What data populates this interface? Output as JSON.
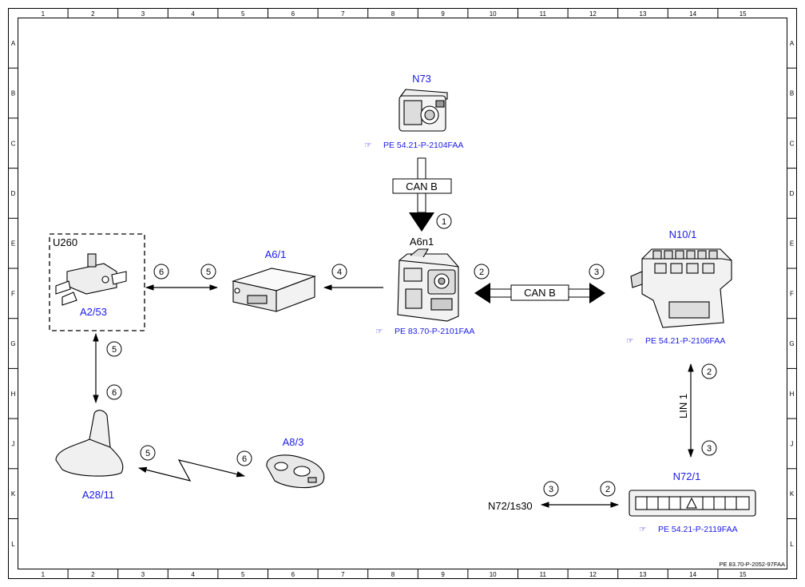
{
  "grid": {
    "columns": [
      "1",
      "2",
      "3",
      "4",
      "5",
      "6",
      "7",
      "8",
      "9",
      "10",
      "11",
      "12",
      "13",
      "14",
      "15"
    ],
    "rows": [
      "A",
      "B",
      "C",
      "D",
      "E",
      "F",
      "G",
      "H",
      "J",
      "K",
      "L"
    ]
  },
  "components": {
    "n73": {
      "label": "N73",
      "ref": "PE 54.21-P-2104FAA"
    },
    "a6n1": {
      "label": "A6n1",
      "ref": "PE 83.70-P-2101FAA"
    },
    "n10_1": {
      "label": "N10/1",
      "ref": "PE 54.21-P-2106FAA"
    },
    "a6_1": {
      "label": "A6/1"
    },
    "u260": {
      "label": "U260"
    },
    "a2_53": {
      "label": "A2/53"
    },
    "a28_11": {
      "label": "A28/11"
    },
    "a8_3": {
      "label": "A8/3"
    },
    "n72_1": {
      "label": "N72/1",
      "ref": "PE 54.21-P-2119FAA"
    },
    "n72_1s30": {
      "label": "N72/1s30"
    }
  },
  "buses": {
    "can_b_vertical": "CAN B",
    "can_b_horizontal": "CAN B",
    "lin1": "LIN 1"
  },
  "markers": {
    "m_n73_a6n1": "1",
    "m_can_left": "2",
    "m_can_right": "3",
    "m_a6n1_a61": "4",
    "m_a61_right": "5",
    "m_a61_left": "6",
    "m_a253_down": "5",
    "m_a2811_up": "6",
    "m_radio_left": "5",
    "m_radio_right": "6",
    "m_lin_top": "2",
    "m_lin_bottom": "3",
    "m_s30_left": "3",
    "m_s30_right": "2"
  },
  "icons": {
    "reference": "pointing-hand-icon"
  },
  "colors": {
    "component_label": "#1a1ae6",
    "line": "#000000"
  },
  "doc_id": "PE 83.70-P-2052-97FAA"
}
